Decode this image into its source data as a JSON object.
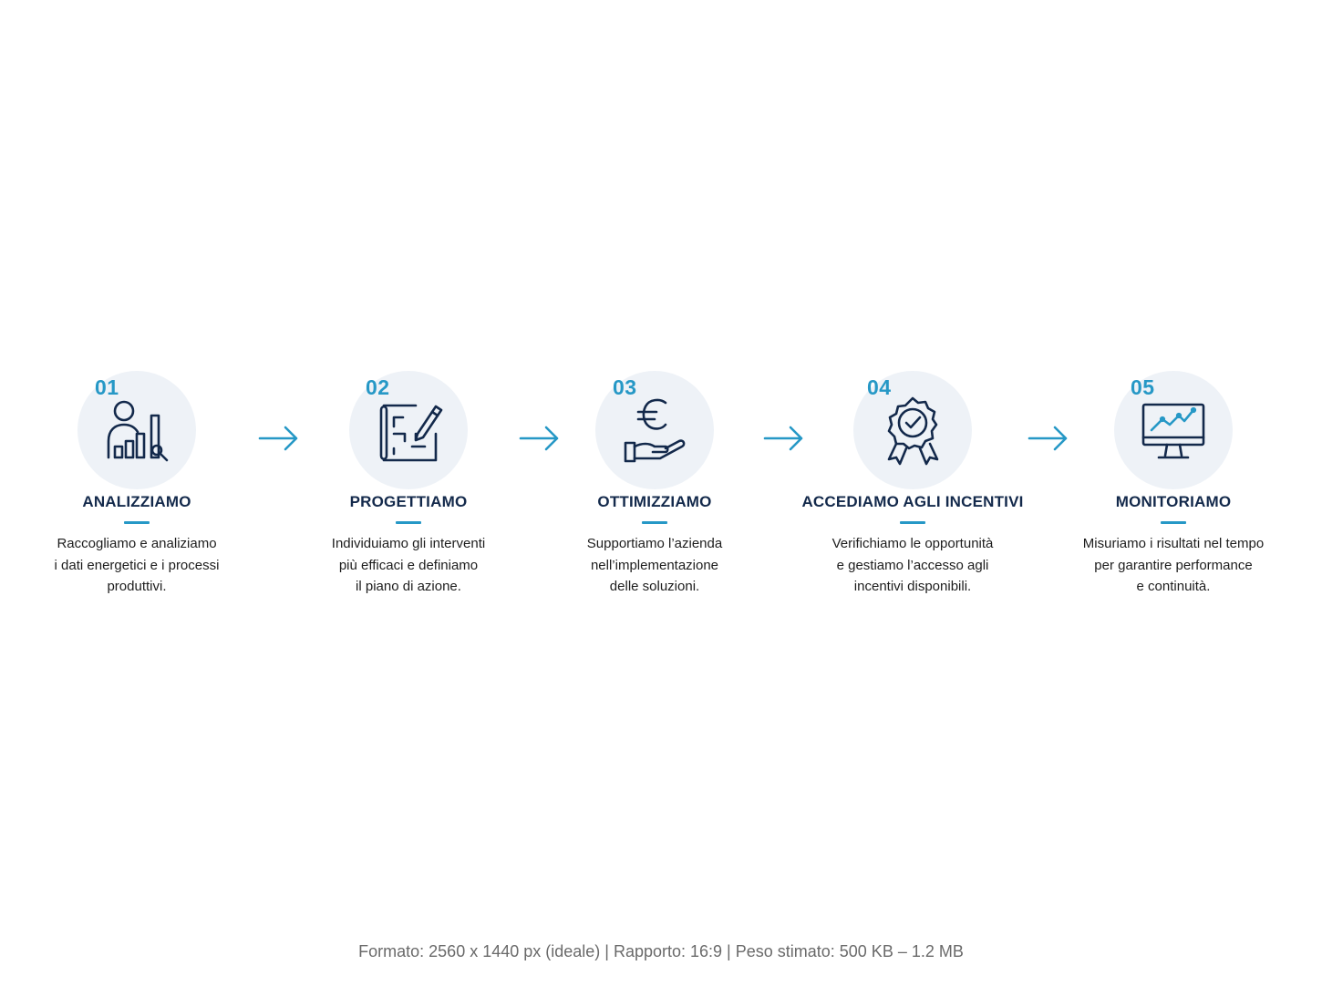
{
  "accent_color": "#2698c6",
  "title_color": "#13294b",
  "steps": [
    {
      "number": "01",
      "title": "ANALIZZIAMO",
      "icon": "person-chart-magnifier-icon",
      "lines": [
        "Raccogliamo e analiziamo",
        "i dati energetici e i processi",
        "produttivi."
      ]
    },
    {
      "number": "02",
      "title": "PROGETTIAMO",
      "icon": "blueprint-pencil-icon",
      "lines": [
        "Individuiamo gli interventi",
        "più efficaci e definiamo",
        "il piano di azione."
      ]
    },
    {
      "number": "03",
      "title": "OTTIMIZZIAMO",
      "icon": "euro-hand-icon",
      "lines": [
        "Supportiamo l’azienda",
        "nell’implementazione",
        "delle soluzioni."
      ]
    },
    {
      "number": "04",
      "title": "ACCEDIAMO AGLI INCENTIVI",
      "icon": "award-badge-check-icon",
      "lines": [
        "Verifichiamo le opportunità",
        "e gestiamo l’accesso agli",
        "incentivi disponibili."
      ]
    },
    {
      "number": "05",
      "title": "MONITORIAMO",
      "icon": "monitor-chart-icon",
      "lines": [
        "Misuriamo i risultati nel tempo",
        "per garantire performance",
        "e continuità."
      ]
    }
  ],
  "footer": "Formato: 2560 x 1440 px (ideale) | Rapporto: 16:9 | Peso stimato: 500 KB – 1.2 MB"
}
